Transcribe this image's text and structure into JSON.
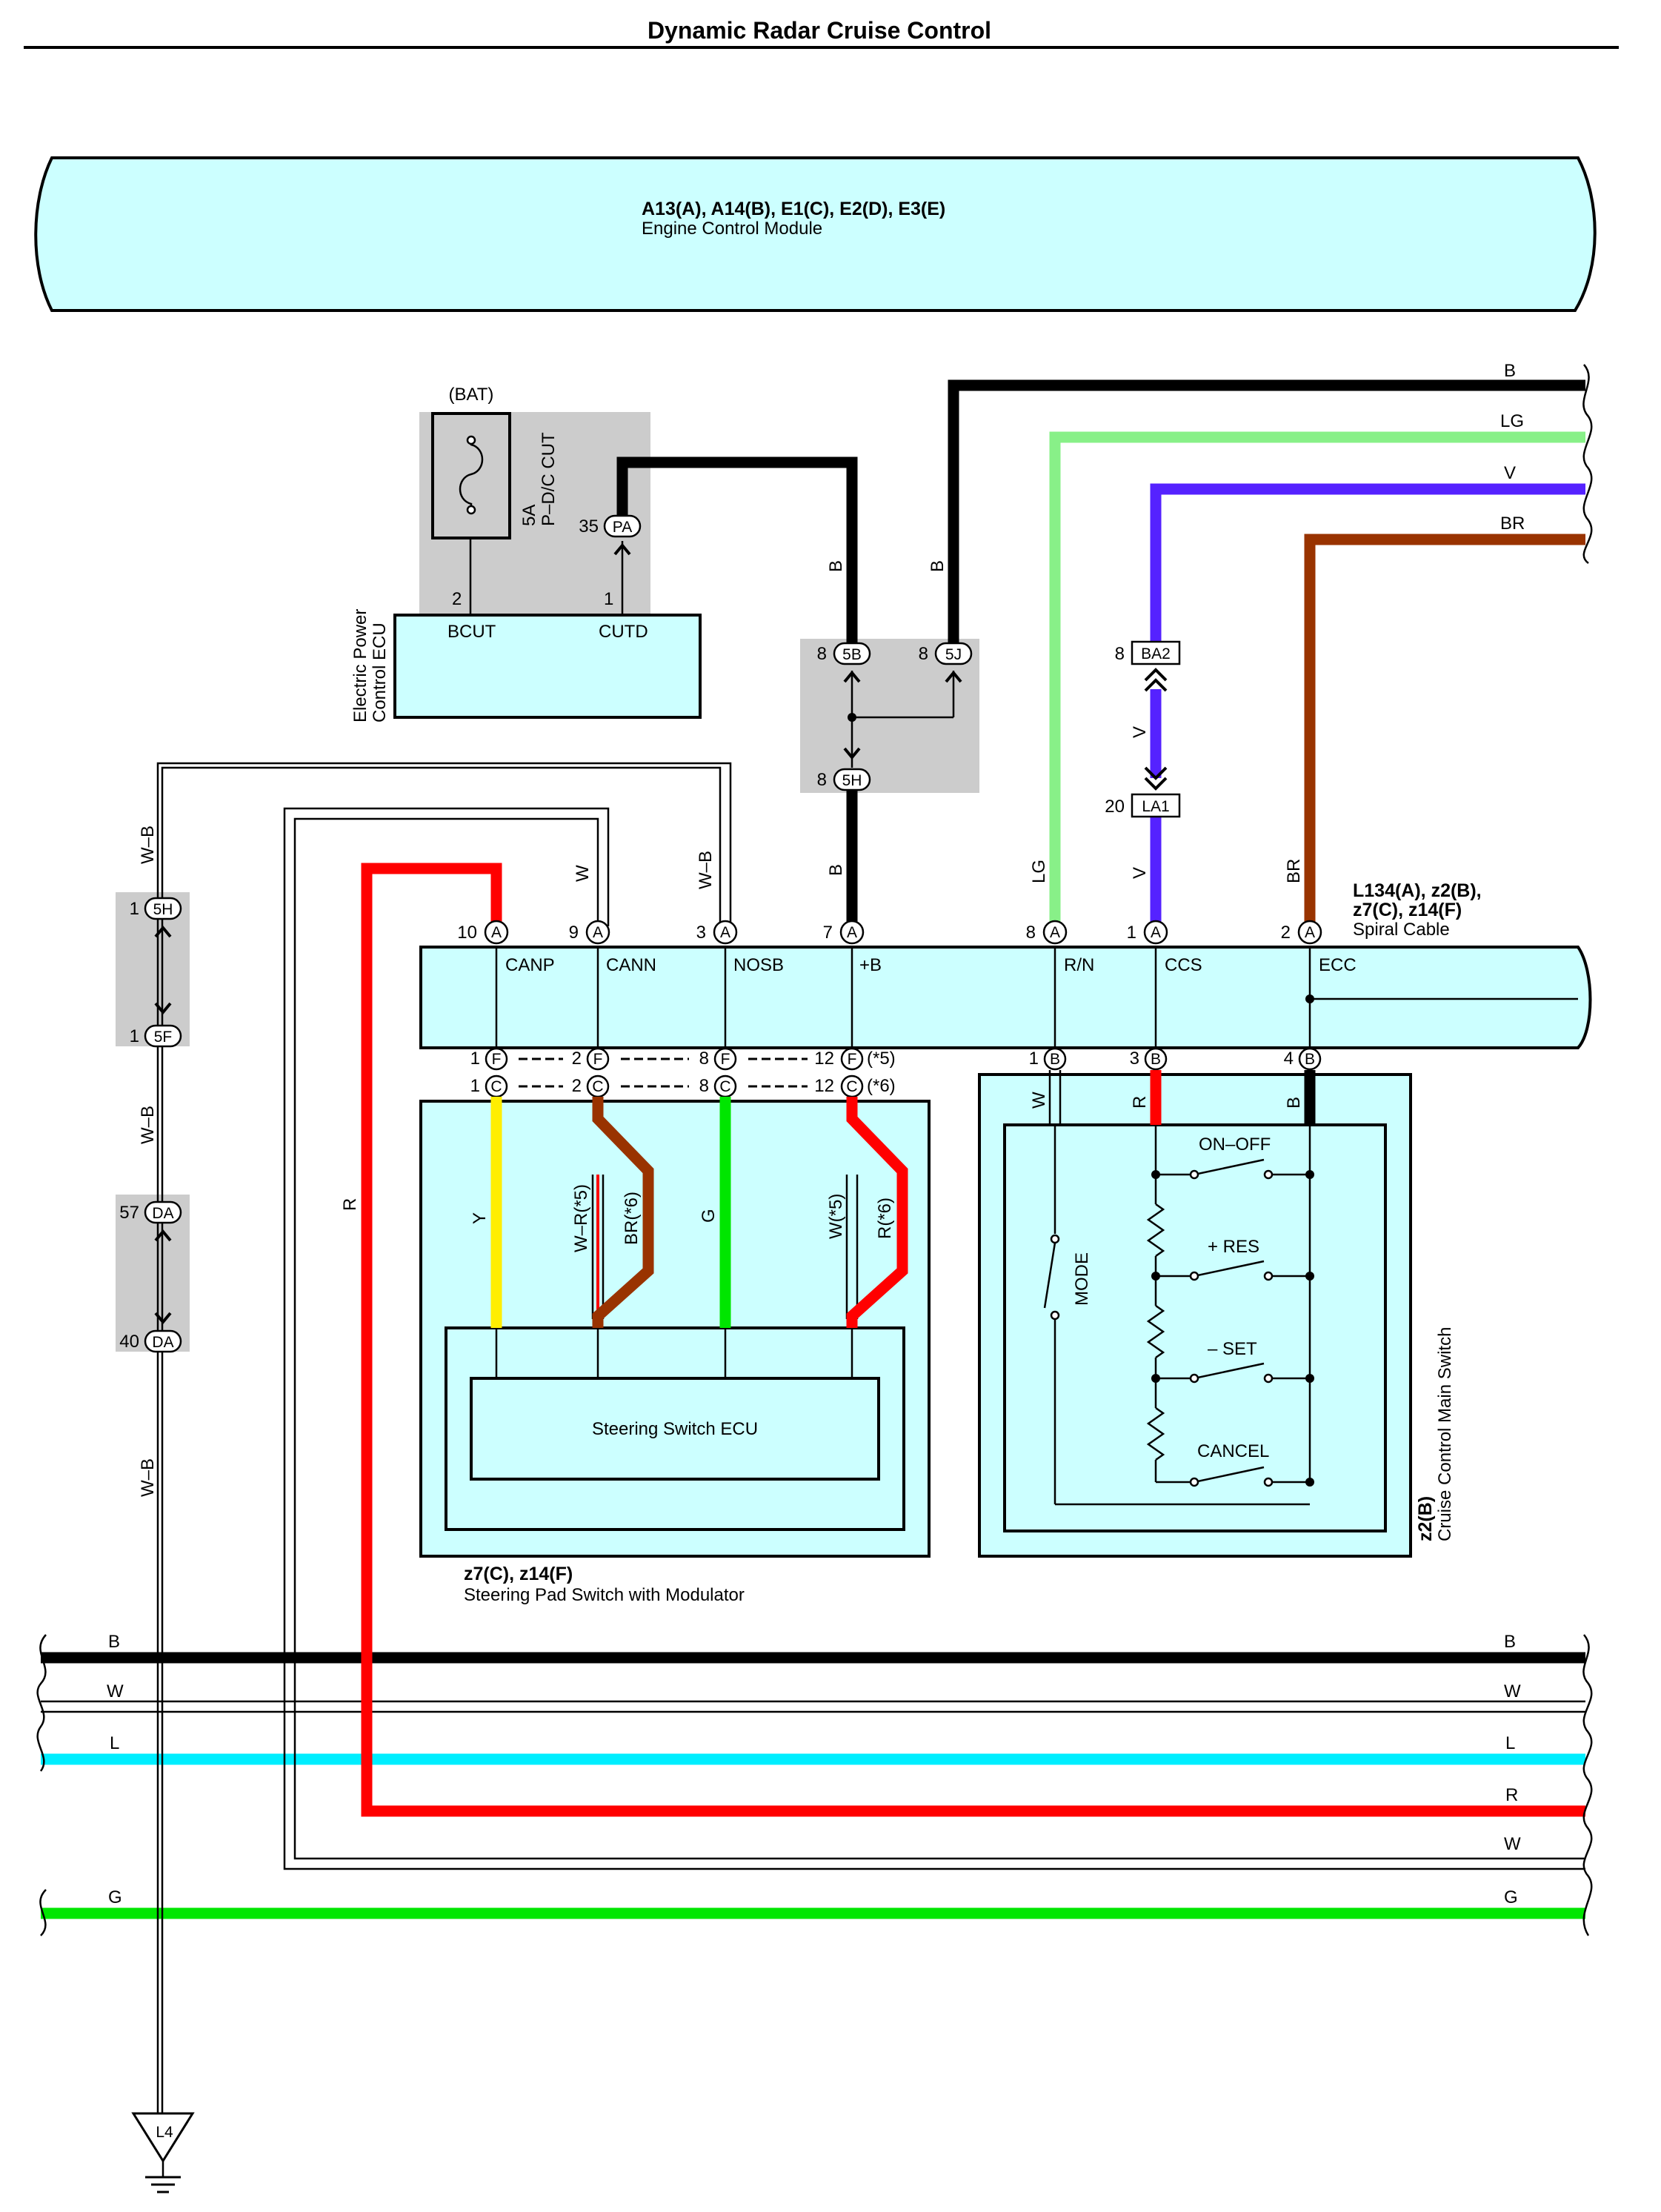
{
  "title": "Dynamic Radar Cruise Control",
  "ecm": {
    "connectors": "A13(A), A14(B), E1(C), E2(D), E3(E)",
    "name": "Engine Control Module"
  },
  "epc_ecu": {
    "name_line1": "Electric Power",
    "name_line2": "Control ECU",
    "bat": "(BAT)",
    "fuse_amp": "5A",
    "fuse_name": "P–D/C CUT",
    "pins": [
      {
        "num": "2",
        "label": "BCUT"
      },
      {
        "num": "1",
        "label": "CUTD"
      }
    ],
    "connector": {
      "num": "35",
      "id": "PA"
    }
  },
  "junctions": {
    "j5B": {
      "num": "8",
      "id": "5B"
    },
    "j5J": {
      "num": "8",
      "id": "5J"
    },
    "j5H_top": {
      "num": "8",
      "id": "5H"
    },
    "ba2": {
      "num": "8",
      "id": "BA2"
    },
    "la1": {
      "num": "20",
      "id": "LA1"
    },
    "j5H_left": {
      "num": "1",
      "id": "5H"
    },
    "j5F": {
      "num": "1",
      "id": "5F"
    },
    "da57": {
      "num": "57",
      "id": "DA"
    },
    "da40": {
      "num": "40",
      "id": "DA"
    },
    "ground": "L4"
  },
  "spiral": {
    "connectors_line1": "L134(A), z2(B),",
    "connectors_line2": "z7(C), z14(F)",
    "name": "Spiral Cable",
    "top_pins": [
      {
        "num": "10",
        "id": "A",
        "label": "CANP",
        "wire": ""
      },
      {
        "num": "9",
        "id": "A",
        "label": "CANN",
        "wire": "W"
      },
      {
        "num": "3",
        "id": "A",
        "label": "NOSB",
        "wire": "W–B"
      },
      {
        "num": "7",
        "id": "A",
        "label": "+B",
        "wire": "B"
      },
      {
        "num": "8",
        "id": "A",
        "label": "R/N",
        "wire": "LG"
      },
      {
        "num": "1",
        "id": "A",
        "label": "CCS",
        "wire": "V"
      },
      {
        "num": "2",
        "id": "A",
        "label": "ECC",
        "wire": "BR"
      }
    ],
    "f_pins": [
      {
        "num": "1",
        "id": "F"
      },
      {
        "num": "2",
        "id": "F"
      },
      {
        "num": "8",
        "id": "F"
      },
      {
        "num": "12",
        "id": "F"
      }
    ],
    "c_pins": [
      {
        "num": "1",
        "id": "C"
      },
      {
        "num": "2",
        "id": "C"
      },
      {
        "num": "8",
        "id": "C"
      },
      {
        "num": "12",
        "id": "C"
      }
    ],
    "f_note": "(*5)",
    "c_note": "(*6)",
    "b_pins": [
      {
        "num": "1",
        "id": "B"
      },
      {
        "num": "3",
        "id": "B"
      },
      {
        "num": "4",
        "id": "B"
      }
    ]
  },
  "steering_pad": {
    "connectors": "z7(C), z14(F)",
    "name": "Steering Pad Switch with Modulator",
    "ecu": "Steering Switch ECU",
    "wires": {
      "y": "Y",
      "wr": "W–R(*5)",
      "br": "BR(*6)",
      "g": "G",
      "w5": "W(*5)",
      "r6": "R(*6)"
    }
  },
  "main_switch": {
    "connector": "z2(B)",
    "name": "Cruise Control Main Switch",
    "wires": {
      "w": "W",
      "r": "R",
      "b": "B"
    },
    "switches": [
      "ON–OFF",
      "+ RES",
      "– SET",
      "CANCEL"
    ],
    "mode": "MODE"
  },
  "wire_labels": {
    "top_b": "B",
    "top_lg": "LG",
    "top_v": "V",
    "top_br": "BR",
    "pa_b": "B",
    "j5j_b": "B",
    "ba2_v": "V",
    "j5h_b": "B",
    "left_wb1": "W–B",
    "left_wb2": "W–B",
    "left_wb3": "W–B",
    "left_r": "R",
    "bus": [
      {
        "left": "B",
        "right": "B"
      },
      {
        "left": "W",
        "right": "W"
      },
      {
        "left": "L",
        "right": "L"
      },
      {
        "left": "",
        "right": "R"
      },
      {
        "left": "",
        "right": "W"
      },
      {
        "left": "G",
        "right": "G"
      }
    ]
  },
  "colors": {
    "B": "#000000",
    "LG": "#88f088",
    "V": "#5522ff",
    "BR": "#993300",
    "R": "#ff0000",
    "L": "#00eeff",
    "G": "#00e600",
    "Y": "#ffee00",
    "component_fill": "#ccffff",
    "junction_pad": "#cccccc"
  }
}
